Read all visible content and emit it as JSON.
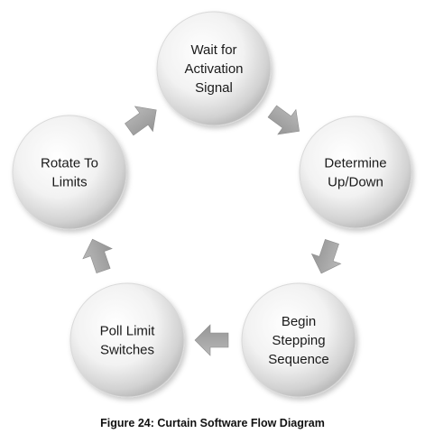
{
  "diagram": {
    "nodes": [
      {
        "id": "wait",
        "lines": [
          "Wait for",
          "Activation",
          "Signal"
        ]
      },
      {
        "id": "determine",
        "lines": [
          "Determine",
          "Up/Down"
        ]
      },
      {
        "id": "begin",
        "lines": [
          "Begin",
          "Stepping",
          "Sequence"
        ]
      },
      {
        "id": "poll",
        "lines": [
          "Poll Limit",
          "Switches"
        ]
      },
      {
        "id": "rotate",
        "lines": [
          "Rotate To",
          "Limits"
        ]
      }
    ],
    "edges": [
      {
        "from": "wait",
        "to": "determine"
      },
      {
        "from": "determine",
        "to": "begin"
      },
      {
        "from": "begin",
        "to": "poll"
      },
      {
        "from": "poll",
        "to": "rotate"
      },
      {
        "from": "rotate",
        "to": "wait"
      }
    ],
    "colors": {
      "node_fill_center": "#ffffff",
      "node_fill_edge": "#c6c6c6",
      "node_border": "#d9d9d9",
      "arrow_fill": "#a6a6a6",
      "text": "#1a1a1a"
    }
  },
  "caption": "Figure 24: Curtain Software Flow Diagram"
}
